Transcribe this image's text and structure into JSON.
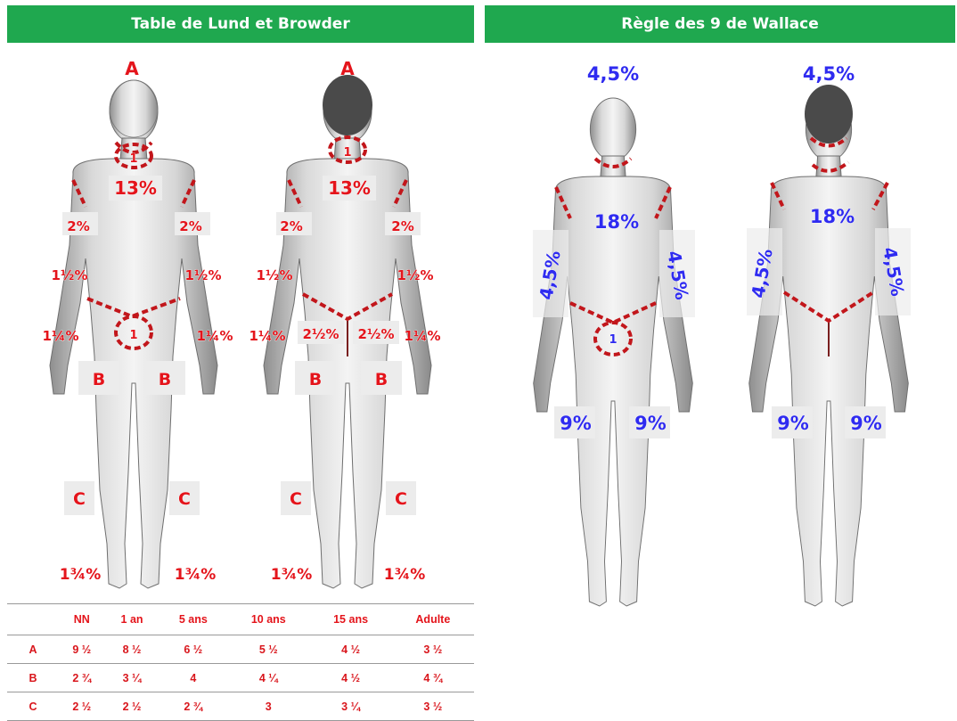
{
  "headers": {
    "lund": "Table de Lund et Browder",
    "wallace": "Règle des 9 de Wallace"
  },
  "lund_labels": {
    "head": "A",
    "neck": "1",
    "trunk": "13%",
    "upper_arm": "2%",
    "forearm": "1½%",
    "hand": "1¼%",
    "genital": "1",
    "buttock": "2½%",
    "thigh": "B",
    "leg": "C",
    "foot": "1¾%"
  },
  "wallace_labels": {
    "head": "4,5%",
    "trunk": "18%",
    "arm": "4,5%",
    "genital": "1",
    "thigh": "9%"
  },
  "table": {
    "columns": [
      "",
      "NN",
      "1 an",
      "5 ans",
      "10 ans",
      "15 ans",
      "Adulte"
    ],
    "rows": [
      [
        "A",
        "9 ½",
        "8 ½",
        "6 ½",
        "5 ½",
        "4 ½",
        "3 ½"
      ],
      [
        "B",
        "2 ¾",
        "3 ¼",
        "4",
        "4 ¼",
        "4 ½",
        "4 ¾"
      ],
      [
        "C",
        "2 ½",
        "2 ½",
        "2 ¾",
        "3",
        "3 ¼",
        "3 ½"
      ]
    ]
  },
  "colors": {
    "header_green": "#1fa84f",
    "lund_red": "#e4141b",
    "wallace_blue": "#2f2bf0"
  }
}
